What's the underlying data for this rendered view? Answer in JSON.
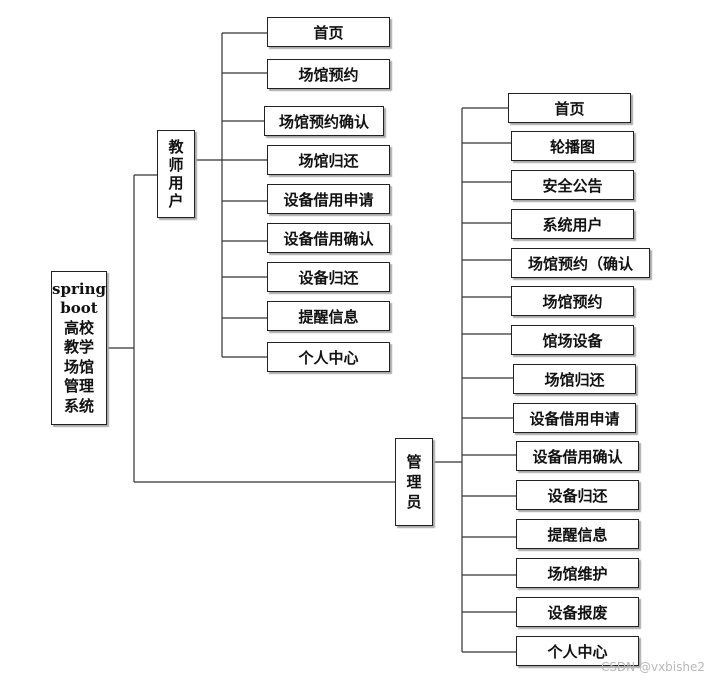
{
  "root": {
    "lines": [
      "spring",
      "boot",
      "高校",
      "教学",
      "场馆",
      "管理",
      "系统"
    ]
  },
  "teacher": {
    "label_chars": [
      "教",
      "师",
      "用",
      "户"
    ],
    "items": [
      "首页",
      "场馆预约",
      "场馆预约确认",
      "场馆归还",
      "设备借用申请",
      "设备借用确认",
      "设备归还",
      "提醒信息",
      "个人中心"
    ]
  },
  "admin": {
    "label_chars": [
      "管",
      "理",
      "员"
    ],
    "items": [
      "首页",
      "轮播图",
      "安全公告",
      "系统用户",
      "场馆预约（确认",
      "场馆预约",
      "馆场设备",
      "场馆归还",
      "设备借用申请",
      "设备借用确认",
      "设备归还",
      "提醒信息",
      "场馆维护",
      "设备报废",
      "个人中心"
    ]
  },
  "watermark": "CSDN @vxbishe2"
}
